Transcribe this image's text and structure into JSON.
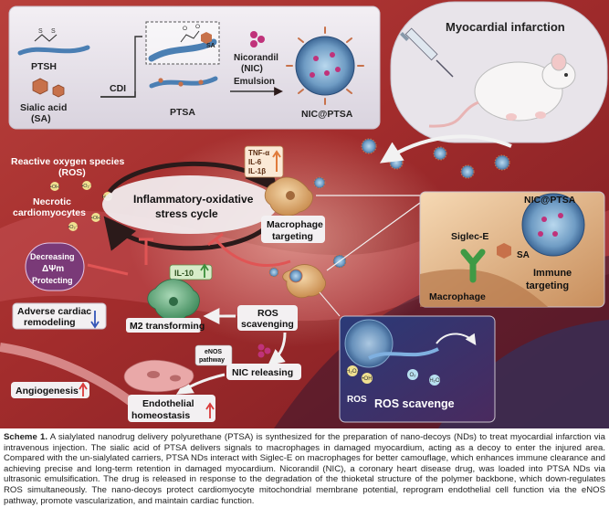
{
  "synthesis_panel": {
    "ptsh": "PTSH",
    "sialic_acid_1": "Sialic acid",
    "sialic_acid_2": "(SA)",
    "cdi": "CDI",
    "sa_tag": "SA",
    "ptsa": "PTSA",
    "nicorandil_1": "Nicorandil",
    "nicorandil_2": "(NIC)",
    "emulsion": "Emulsion",
    "product": "NIC@PTSA"
  },
  "mouse_panel": {
    "title": "Myocardial infarction"
  },
  "ros_region": {
    "ros_1": "Reactive oxygen species",
    "ros_2": "(ROS)",
    "necrotic_1": "Necrotic",
    "necrotic_2": "cardiomyocytes",
    "ho": "•OH",
    "h2o2": "H₂O₂",
    "o2": "•O₂⁻"
  },
  "cycle": {
    "line1": "Inflammatory-oxidative",
    "line2": "stress cycle"
  },
  "cytokines": {
    "tnf": "TNF-α",
    "il6": "IL-6",
    "il1b": "IL-1β"
  },
  "macrophage_targeting": {
    "line1": "Macrophage",
    "line2": "targeting"
  },
  "mito": {
    "line1": "Decreasing",
    "line2": "ΔΨm",
    "line3": "Protecting"
  },
  "il10": "IL-10",
  "adverse": {
    "line1": "Adverse cardiac",
    "line2": "remodeling"
  },
  "m2": "M2 transforming",
  "ros_scav": {
    "line1": "ROS",
    "line2": "scavenging"
  },
  "enos": {
    "line1": "eNOS",
    "line2": "pathway"
  },
  "nic_release": "NIC releasing",
  "angio": "Angiogenesis",
  "endo": {
    "line1": "Endothelial",
    "line2": "homeostasis"
  },
  "immune_panel": {
    "title": "NIC@PTSA",
    "siglec": "Siglec-E",
    "sa": "SA",
    "immune_1": "Immune",
    "immune_2": "targeting",
    "macrophage": "Macrophage"
  },
  "scavenge_panel": {
    "title": "ROS scavenge",
    "ros": "ROS",
    "h2o2": "H₂O₂",
    "ho": "•OH",
    "o2": "O₂",
    "h2o": "H₂O"
  },
  "caption": {
    "label": "Scheme 1.",
    "text": "A sialylated nanodrug delivery polyurethane (PTSA) is synthesized for the preparation of nano-decoys (NDs) to treat myocardial infarction via intravenous injection. The sialic acid of PTSA delivers signals to macrophages in damaged myocardium, acting as a decoy to enter the injured area. Compared with the un-sialylated carriers, PTSA NDs interact with Siglec-E on macrophages for better camouflage, which enhances immune clearance and achieving precise and long-term retention in damaged myocardium. Nicorandil (NIC), a coronary heart disease drug, was loaded into PTSA NDs via ultrasonic emulsification. The drug is released in response to the degradation of the thioketal structure of the polymer backbone, which down-regulates ROS simultaneously. The nano-decoys protect cardiomyocyte mitochondrial membrane potential, reprogram endothelial cell function via the eNOS pathway, promote vascularization, and maintain cardiac function."
  },
  "colors": {
    "background": "#a8302f",
    "cycle_arrow": "#2b1a1a",
    "inhibit": "#e05555",
    "panel": "#e9e6ec"
  }
}
